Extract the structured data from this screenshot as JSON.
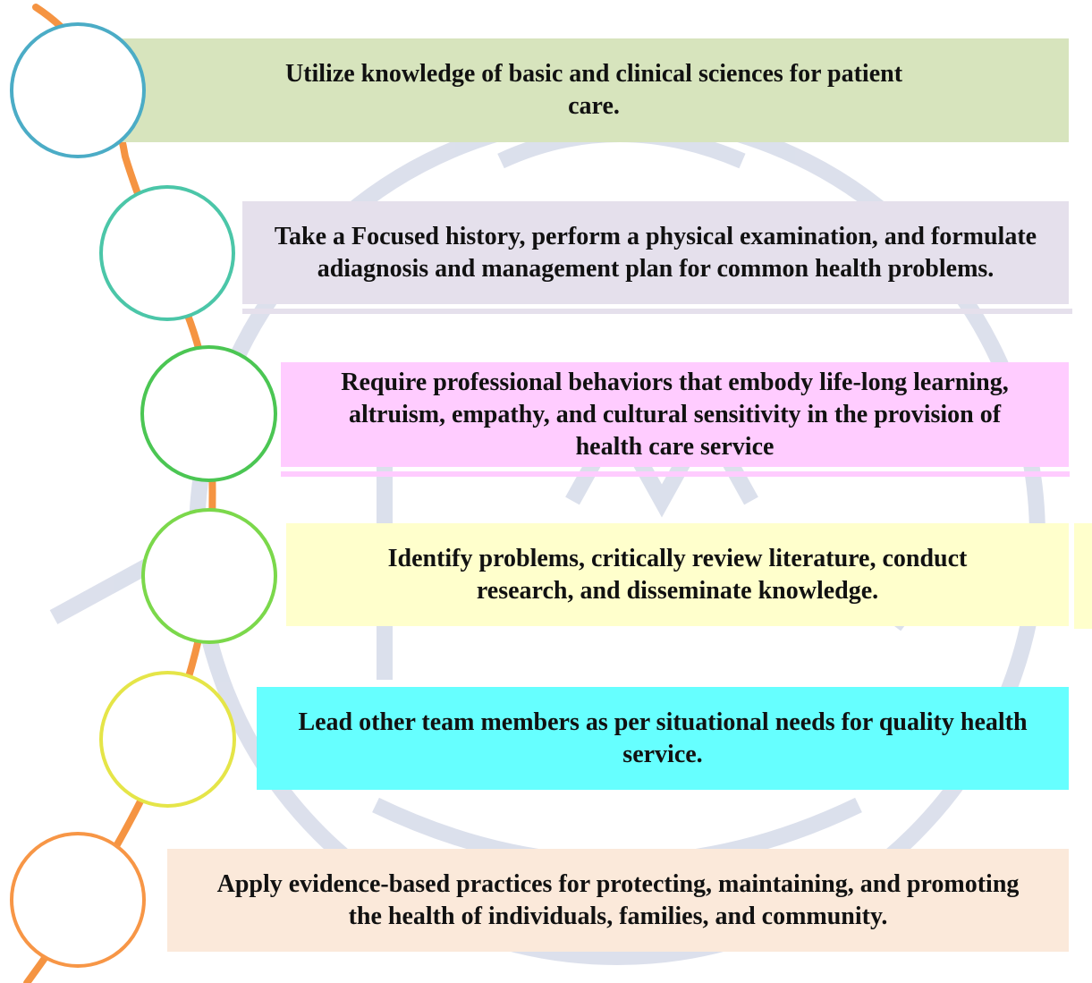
{
  "colors": {
    "arc": "#F59442",
    "watermark": "#BFC7DD"
  },
  "steps": [
    {
      "text": "Utilize knowledge of basic and clinical sciences for patient care.",
      "fill": "#D7E4BD",
      "ring": "#4BACC6"
    },
    {
      "text": "Take a Focused history, perform a physical examination, and formulate adiagnosis and management plan for common health problems.",
      "fill": "#E5E0EC",
      "ring": "#4BC6A8"
    },
    {
      "text": "Require professional behaviors that embody life-long learning, altruism, empathy, and cultural sensitivity in the provision of health care service",
      "fill": "#FFCCFF",
      "ring": "#4BC653"
    },
    {
      "text": "Identify problems, critically review literature, conduct research, and disseminate knowledge.",
      "fill": "#FFFFCC",
      "ring": "#7BD84B"
    },
    {
      "text": "Lead other team members as per situational needs for quality health service.",
      "fill": "#66FFFF",
      "ring": "#E5E548"
    },
    {
      "text": "Apply evidence-based practices for protecting, maintaining, and promoting the health of individuals, families, and community.",
      "fill": "#FBE9DA",
      "ring": "#F79646"
    }
  ]
}
